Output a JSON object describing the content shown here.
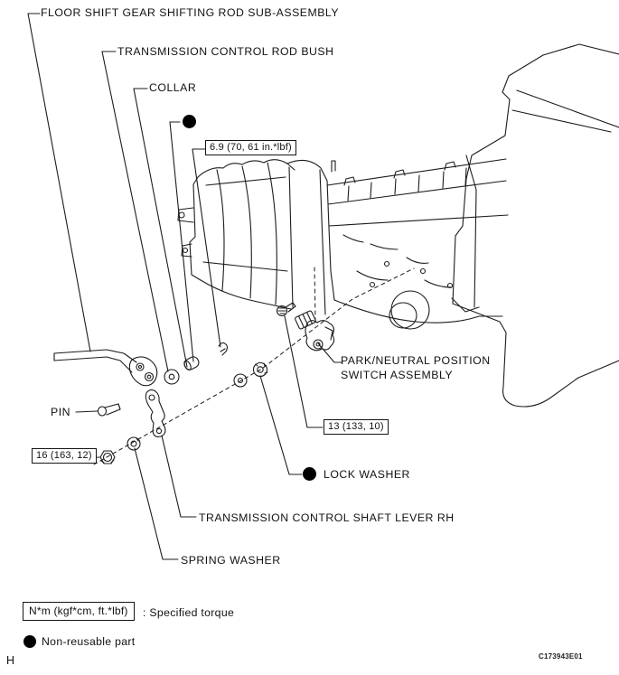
{
  "figure_code": "C173943E01",
  "page_marker": "H",
  "colors": {
    "line": "#1c1c1c",
    "background": "#ffffff",
    "accent": "#000000"
  },
  "part_labels": {
    "floor_shift_rod": "FLOOR SHIFT GEAR SHIFTING ROD SUB-ASSEMBLY",
    "control_rod_bush": "TRANSMISSION CONTROL ROD BUSH",
    "collar": "COLLAR",
    "pnp_switch_line1": "PARK/NEUTRAL POSITION",
    "pnp_switch_line2": "SWITCH ASSEMBLY",
    "pin": "PIN",
    "lock_washer": "LOCK WASHER",
    "control_shaft_lever": "TRANSMISSION CONTROL SHAFT LEVER RH",
    "spring_washer": "SPRING WASHER"
  },
  "torque_specs": {
    "rod_swivel": "6.9 (70, 61 in.*lbf)",
    "switch_bolt": "13 (133, 10)",
    "lever_nut": "16 (163, 12)"
  },
  "legend": {
    "torque_unit_box": "N*m (kgf*cm, ft.*lbf)",
    "torque_caption": ": Specified torque",
    "non_reusable_caption": "Non-reusable part"
  }
}
